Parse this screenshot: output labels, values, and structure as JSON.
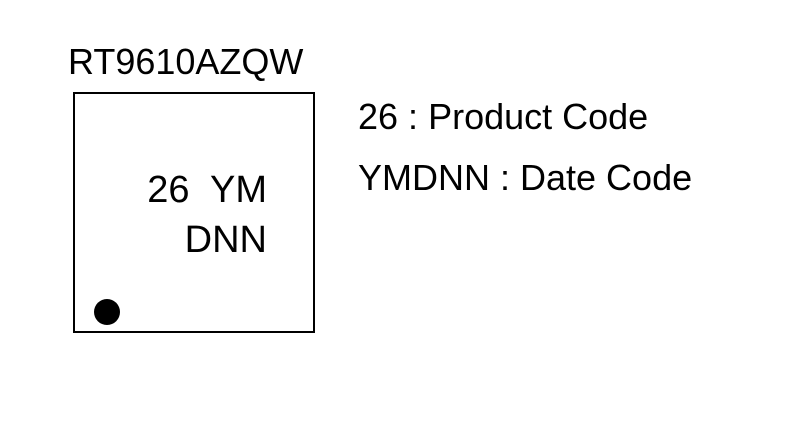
{
  "part_number": "RT9610AZQW",
  "chip": {
    "line1": "26  YM",
    "line2": "DNN"
  },
  "legend": [
    {
      "code": "26",
      "separator": " : ",
      "description": "Product Code"
    },
    {
      "code": "YMDNN",
      "separator": " : ",
      "description": "Date Code"
    }
  ]
}
